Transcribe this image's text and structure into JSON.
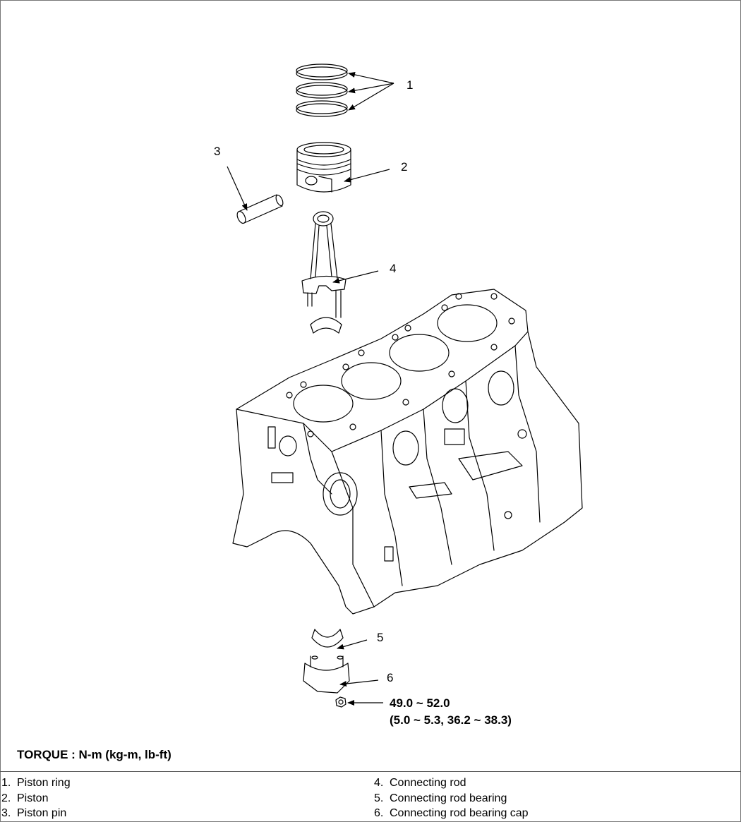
{
  "callouts": {
    "c1": "1",
    "c2": "2",
    "c3": "3",
    "c4": "4",
    "c5": "5",
    "c6": "6"
  },
  "torque_spec": {
    "line1": "49.0 ~ 52.0",
    "line2": "(5.0 ~ 5.3, 36.2 ~ 38.3)"
  },
  "torque_label": "TORQUE : N-m (kg-m, lb-ft)",
  "legend": [
    {
      "num": "1.",
      "label": "Piston ring"
    },
    {
      "num": "2.",
      "label": "Piston"
    },
    {
      "num": "3.",
      "label": "Piston pin"
    },
    {
      "num": "4.",
      "label": "Connecting rod"
    },
    {
      "num": "5.",
      "label": "Connecting rod bearing"
    },
    {
      "num": "6.",
      "label": "Connecting rod bearing cap"
    }
  ]
}
